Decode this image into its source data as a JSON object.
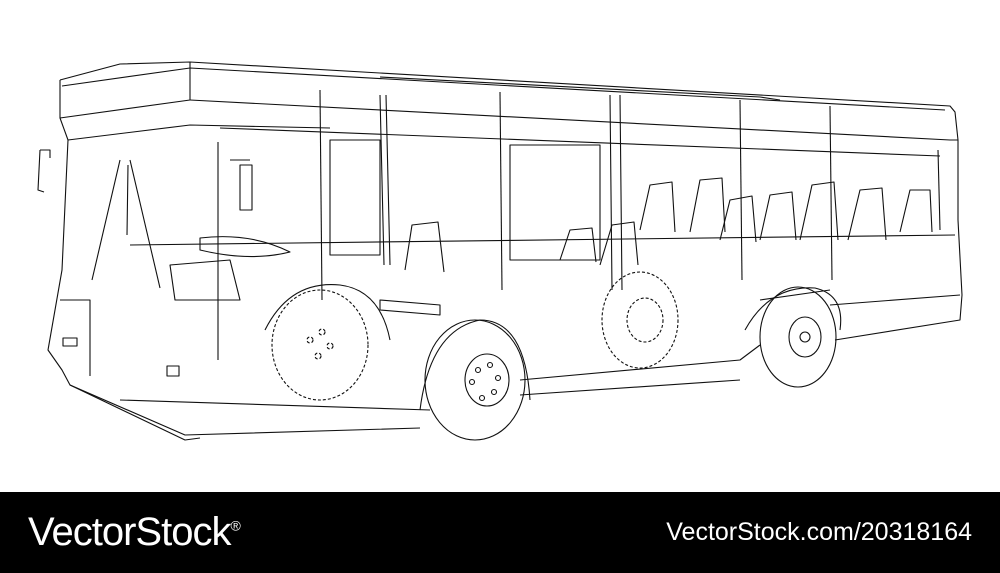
{
  "image": {
    "subject": "bus-wireframe-drawing",
    "line_color": "#111111",
    "background": "#ffffff"
  },
  "footer": {
    "brand": "VectorStock",
    "brand_mark": "®",
    "stock_id": "VectorStock.com/20318164",
    "background": "#000000",
    "text_color": "#ffffff"
  }
}
